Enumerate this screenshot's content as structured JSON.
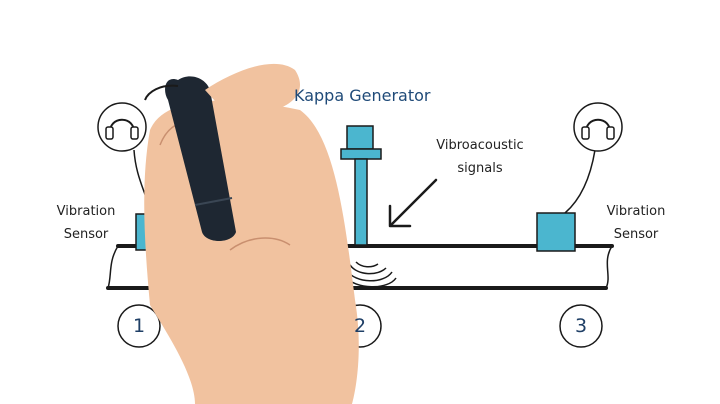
{
  "diagram": {
    "title": "Kappa Generator",
    "signals_label_line1": "Vibroacoustic",
    "signals_label_line2": "signals",
    "left_sensor": {
      "line1": "Vibration",
      "line2": "Sensor",
      "icon": "headphones-icon"
    },
    "right_sensor": {
      "line1": "Vibration",
      "line2": "Sensor",
      "icon": "headphones-icon"
    },
    "positions": [
      "1",
      "2",
      "3"
    ],
    "colors": {
      "sensor_fill": "#4bb6cf",
      "ink": "#1a1a1a",
      "title_ink": "#1f4a78",
      "number_ink": "#1f3f66",
      "skin": "#f1c29f"
    }
  }
}
